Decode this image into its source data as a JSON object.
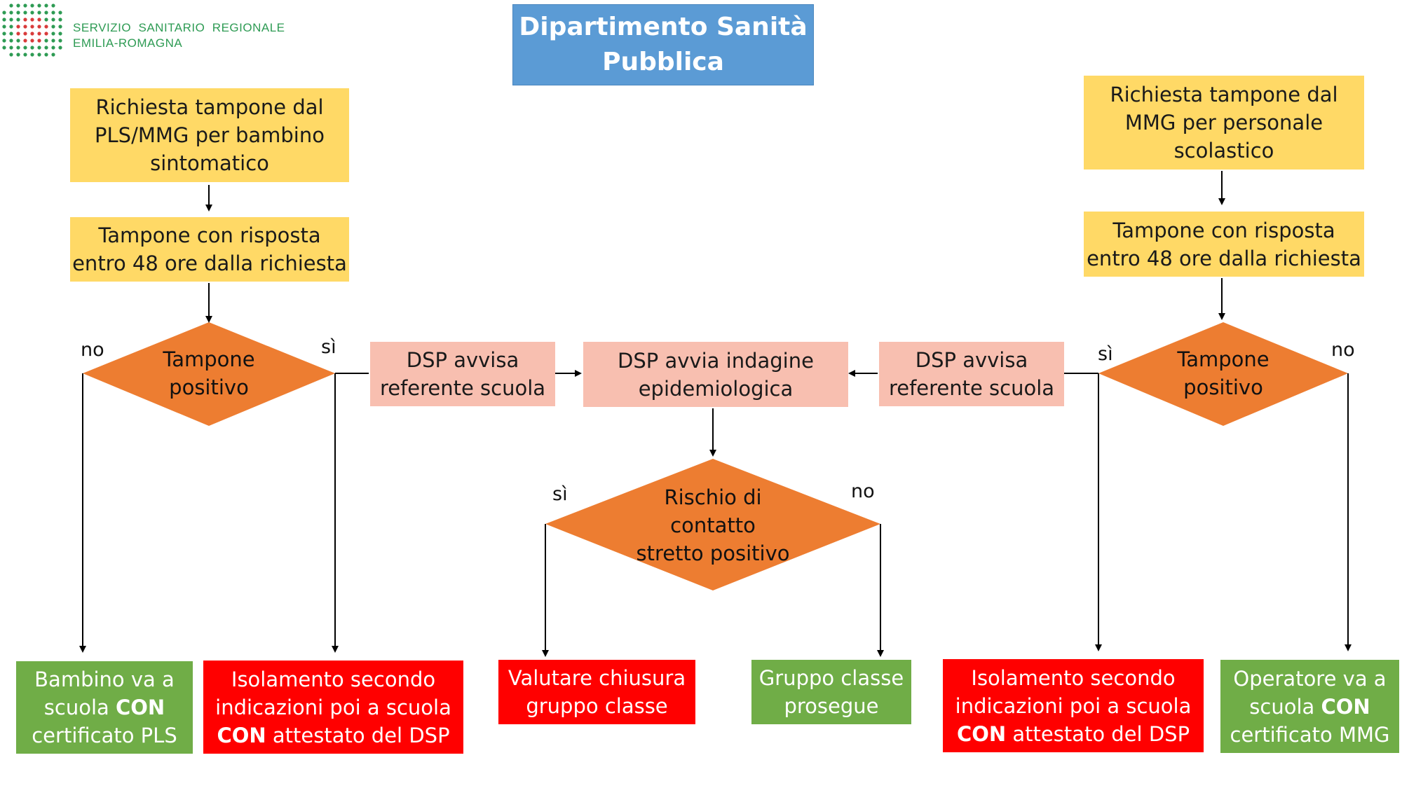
{
  "logo": {
    "line1": "SERVIZIO  SANITARIO  REGIONALE",
    "line2": "EMILIA-ROMAGNA",
    "color": "#2e9b54",
    "dot_color": "#d93b3b"
  },
  "title": "Dipartimento Sanità\nPubblica",
  "left": {
    "request": "Richiesta tampone dal\nPLS/MMG per bambino\nsintomatico",
    "swab": "Tampone con risposta\nentro 48 ore dalla richiesta",
    "decision": "Tampone\npositivo",
    "no_label": "no",
    "yes_label": "sì",
    "notify": "DSP avvisa\nreferente scuola",
    "negative_prefix": "Bambino va a\nscuola ",
    "negative_bold": "CON",
    "negative_suffix": "\ncertificato PLS",
    "positive_prefix": "Isolamento secondo\nindicazioni poi a scuola\n",
    "positive_bold": "CON",
    "positive_suffix": " attestato del DSP"
  },
  "center": {
    "investigation": "DSP avvia indagine\nepidemiologica",
    "decision": "Rischio di\ncontatto\nstretto positivo",
    "yes_label": "sì",
    "no_label": "no",
    "close": "Valutare chiusura\ngruppo classe",
    "continue": "Gruppo classe\nprosegue"
  },
  "right": {
    "request": "Richiesta tampone dal\nMMG per personale\nscolastico",
    "swab": "Tampone con risposta\nentro 48 ore dalla richiesta",
    "decision": "Tampone\npositivo",
    "yes_label": "sì",
    "no_label": "no",
    "notify": "DSP avvisa\nreferente scuola",
    "positive_prefix": "Isolamento secondo\nindicazioni poi a scuola\n",
    "positive_bold": "CON",
    "positive_suffix": " attestato del DSP",
    "negative_prefix": "Operatore va a\nscuola ",
    "negative_bold": "CON",
    "negative_suffix": "\ncertificato MMG"
  },
  "colors": {
    "yellow": "#FFD966",
    "pink": "#F8BFB0",
    "orange": "#ED7D31",
    "green": "#70AD47",
    "red": "#FF0000",
    "blue": "#5B9BD5"
  }
}
